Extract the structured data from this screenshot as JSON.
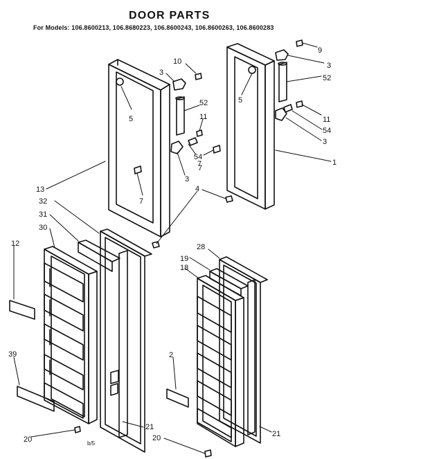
{
  "header": {
    "title": "DOOR PARTS",
    "models": "For Models: 106.8600213, 106.8680223, 106.8600243, 106.8600263, 106.8600283"
  },
  "page_ref": "b/5",
  "part_labels": [
    "10",
    "3",
    "5",
    "52",
    "11",
    "54",
    "7",
    "3",
    "13",
    "7",
    "9",
    "3",
    "52",
    "5",
    "11",
    "54",
    "3",
    "7",
    "1",
    "4",
    "32",
    "31",
    "30",
    "12",
    "39",
    "20",
    "21",
    "28",
    "19",
    "18",
    "2",
    "21",
    "20"
  ]
}
